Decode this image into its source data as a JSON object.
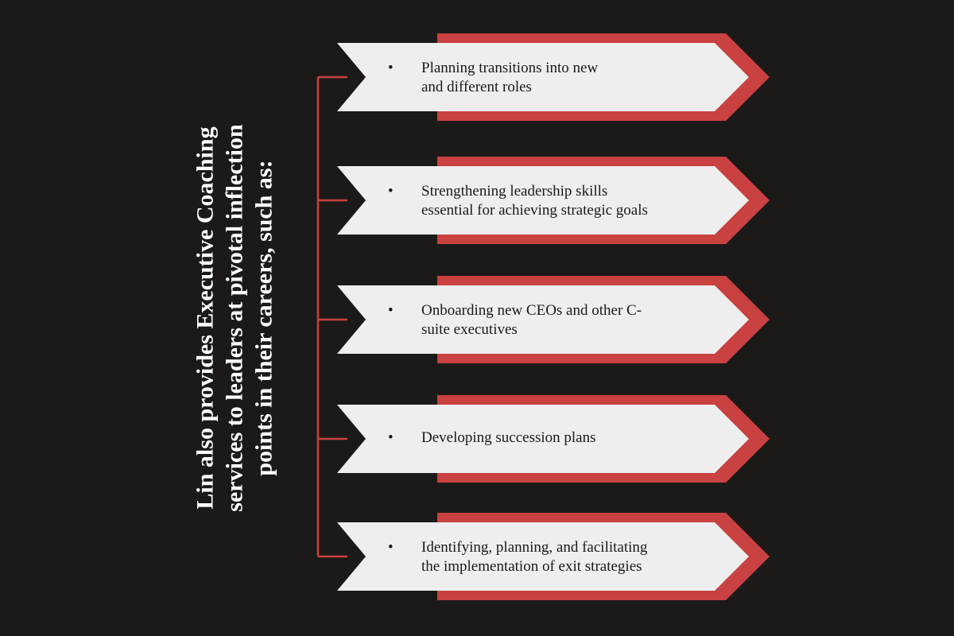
{
  "title": "Lin also provides Executive Coaching\nservices to leaders at  pivotal inflection\npoints in their careers, such as:",
  "colors": {
    "background": "#1c1a19",
    "accent_red": "#c94140",
    "panel_light": "#eeeeee",
    "text_dark": "#1a1a1a",
    "title_text": "#ffffff"
  },
  "bullet_glyph": "•",
  "items": [
    {
      "label": "Planning transitions into new\nand different roles"
    },
    {
      "label": "Strengthening leadership skills\nessential for achieving strategic goals"
    },
    {
      "label": "Onboarding new CEOs and other C-\nsuite executives"
    },
    {
      "label": "Developing succession plans"
    },
    {
      "label": "Identifying, planning, and facilitating\nthe implementation of exit strategies"
    }
  ]
}
